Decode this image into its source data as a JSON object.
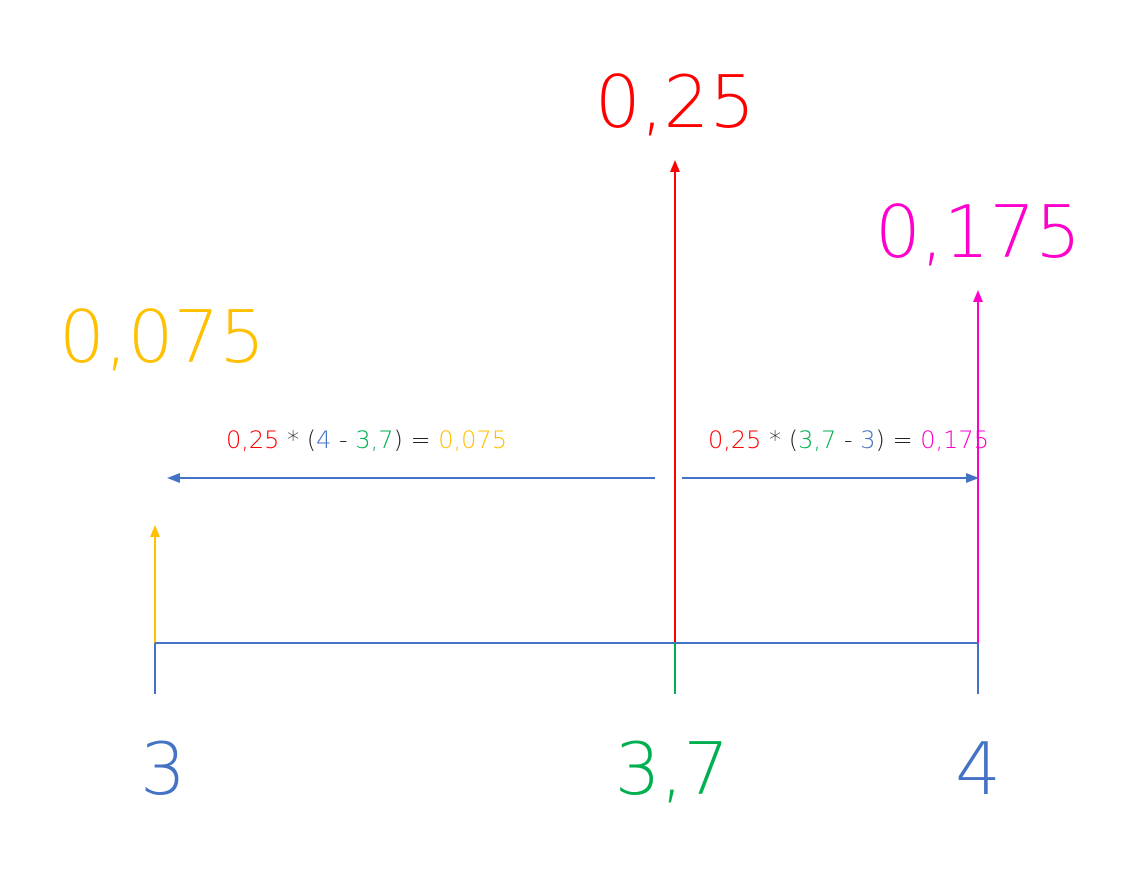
{
  "colors": {
    "red": "#ff0000",
    "blue": "#4472c4",
    "green": "#00b050",
    "yellow": "#ffc000",
    "magenta": "#ff00cc",
    "black": "#222222"
  },
  "values": {
    "top_value": "0,25",
    "right_value": "0,175",
    "left_value": "0,075"
  },
  "axis_labels": {
    "start": "3",
    "point": "3,7",
    "end": "4"
  },
  "equation_left": {
    "weight": "0,25",
    "times": "*",
    "open_paren": "(",
    "a": "4",
    "minus": "-",
    "b": "3,7",
    "close_paren": ")",
    "equals": "=",
    "result": "0,075"
  },
  "equation_right": {
    "weight": "0,25",
    "times": "*",
    "open_paren": "(",
    "a": "3,7",
    "minus": "-",
    "b": "3",
    "close_paren": ")",
    "equals": "=",
    "result": "0,175"
  }
}
